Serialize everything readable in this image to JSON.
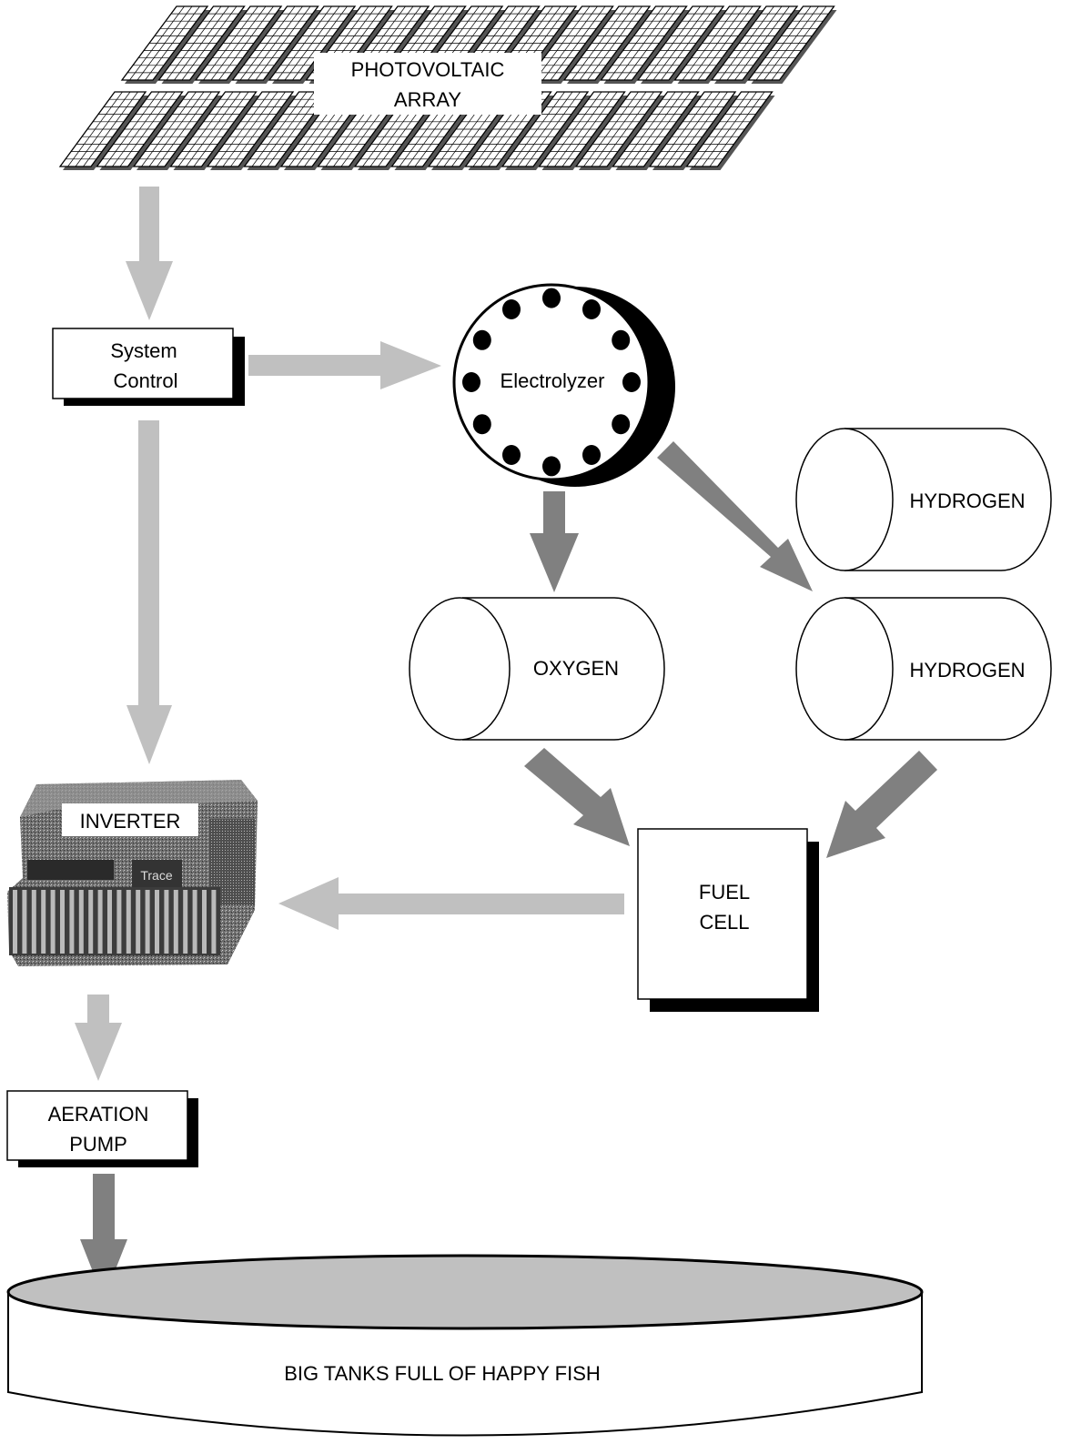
{
  "pv_array": {
    "line1": "PHOTOVOLTAIC",
    "line2": "ARRAY"
  },
  "system_control": {
    "line1": "System",
    "line2": "Control"
  },
  "electrolyzer": {
    "label": "Electrolyzer"
  },
  "hydrogen_tank_top": {
    "label": "HYDROGEN"
  },
  "hydrogen_tank_bottom": {
    "label": "HYDROGEN"
  },
  "oxygen_tank": {
    "label": "OXYGEN"
  },
  "inverter": {
    "label": "INVERTER",
    "brand": "Trace"
  },
  "fuel_cell": {
    "line1": "FUEL",
    "line2": "CELL"
  },
  "aeration_pump": {
    "line1": "AERATION",
    "line2": "PUMP"
  },
  "fish_tank": {
    "label": "BIG TANKS FULL OF HAPPY FISH"
  },
  "colors": {
    "light_arrow": "#c0c0c0",
    "dark_arrow": "#808080",
    "tank_water": "#c0c0c0",
    "shadow": "#000000"
  }
}
